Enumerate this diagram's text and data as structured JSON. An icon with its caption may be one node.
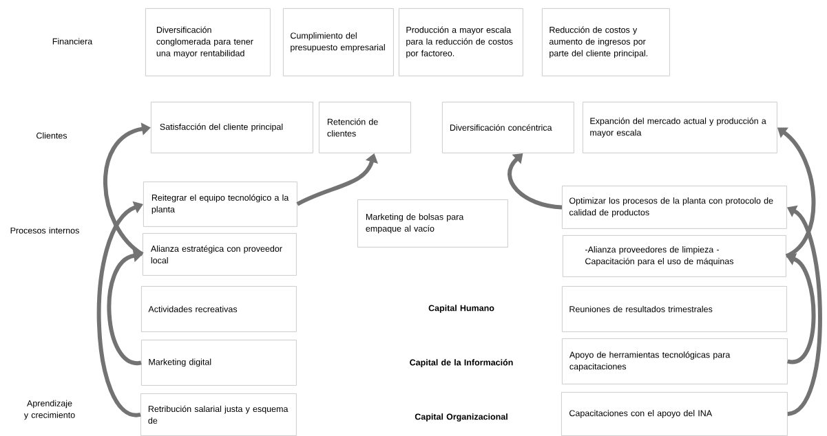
{
  "diagram": {
    "nodes": [
      {
        "text": [
          "Diversificación conglomerada para tener una mayor rentabilidad"
        ]
      },
      {
        "text": [
          "Cumplimiento del presupuesto empresarial"
        ]
      },
      {
        "text": [
          "Producción a mayor escala para la reducción de costos por factoreo."
        ]
      },
      {
        "text": [
          "Reducción de costos y aumento de ingresos por parte del cliente principal."
        ]
      },
      {
        "text": [
          "Satisfacción del cliente principal"
        ]
      },
      {
        "text": [
          "Retención de clientes"
        ]
      },
      {
        "text": [
          "Diversificación concéntrica"
        ]
      },
      {
        "text": [
          "Expanción del mercado actual y producción a mayor escala"
        ]
      },
      {
        "text": [
          "Reitegrar el equipo tecnológico a la planta"
        ]
      },
      {
        "text": [
          "Marketing de bolsas para empaque al vacío"
        ]
      },
      {
        "text": [
          "Optimizar los procesos de la planta con protocolo de calidad de productos"
        ]
      },
      {
        "text": [
          "Alianza estratégica con proveedor local"
        ]
      },
      {
        "text": [
          "-Alianza proveedores de limpieza -Capacitación para el uso de máquinas"
        ]
      },
      {
        "text": [
          "Actividades recreativas"
        ]
      },
      {
        "text": [
          "Reuniones de resultados trimestrales"
        ]
      },
      {
        "text": [
          "Marketing digital"
        ]
      },
      {
        "text": [
          "Apoyo de herramientas tecnológicas para capacitaciones"
        ]
      },
      {
        "text": [
          "Retribución salarial justa y esquema de"
        ]
      },
      {
        "text": [
          "Capacitaciones con el apoyo del INA"
        ]
      }
    ],
    "edges": [
      {
        "from": 11,
        "to": 4,
        "arrow": "to"
      },
      {
        "from": 15,
        "to": 11,
        "arrow": "to"
      },
      {
        "from": 17,
        "to": 8,
        "arrow": "to"
      },
      {
        "from": 8,
        "to": 5,
        "arrow": "to"
      },
      {
        "from": 10,
        "to": 6,
        "arrow": "to"
      },
      {
        "from": 12,
        "to": 7,
        "arrow": "to"
      },
      {
        "from": 16,
        "to": 12,
        "arrow": "to"
      },
      {
        "from": 18,
        "to": 10,
        "arrow": "to"
      }
    ],
    "labels": [
      "Financiera",
      "Clientes",
      "Procesos internos",
      "Aprendizaje y crecimiento",
      "Capital Humano",
      "Capital de la Información",
      "Capital Organizacional"
    ]
  }
}
